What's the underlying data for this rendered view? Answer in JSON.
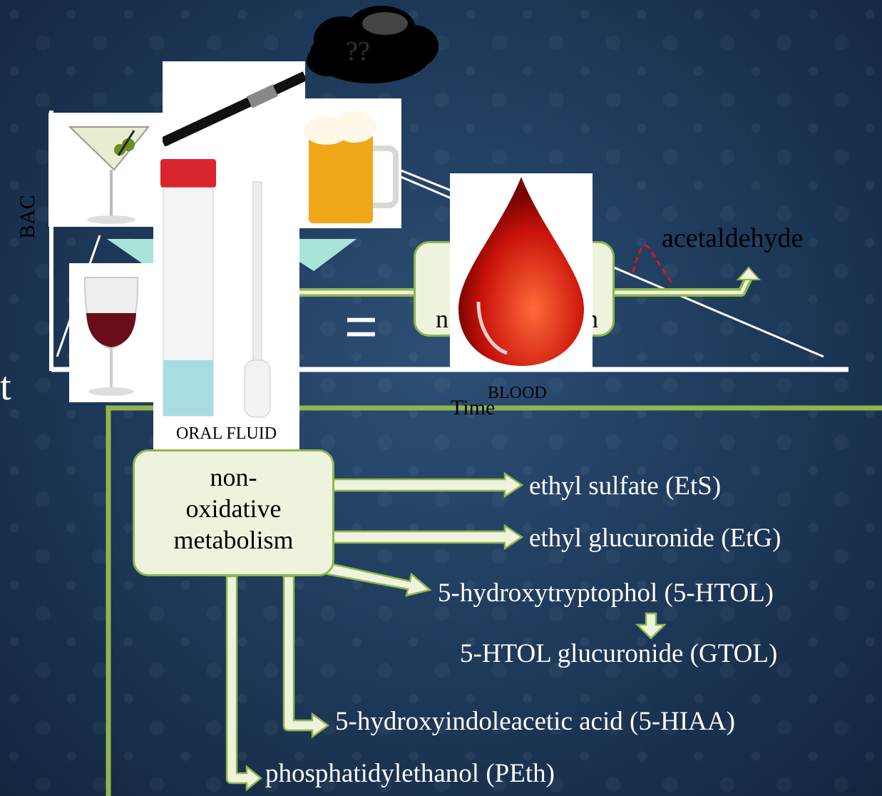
{
  "cloud": {
    "label": "??"
  },
  "graph": {
    "y_label": "BAC",
    "x_label": "Time",
    "curve_label": "acetaldehyde"
  },
  "oxidative": {
    "partial_label": "n",
    "partial_label_end": "n"
  },
  "left_edge_glyph": "t",
  "equals": "=",
  "sample_captions": {
    "oral": "ORAL FLUID",
    "blood": "BLOOD"
  },
  "non_oxidative": {
    "line1": "non-",
    "line2": "oxidative",
    "line3": "metabolism"
  },
  "metabolites": {
    "ets": "ethyl sulfate (EtS)",
    "etg": "ethyl glucuronide (EtG)",
    "htol": "5-hydroxytryptophol (5-HTOL)",
    "gtol": "5-HTOL glucuronide (GTOL)",
    "hiaa": "5-hydroxyindoleacetic acid (5-HIAA)",
    "peth": "phosphatidylethanol (PEth)"
  },
  "colors": {
    "accent_green": "#8fb54d",
    "node_fill": "#eef3de",
    "blood": "#c8120a"
  }
}
